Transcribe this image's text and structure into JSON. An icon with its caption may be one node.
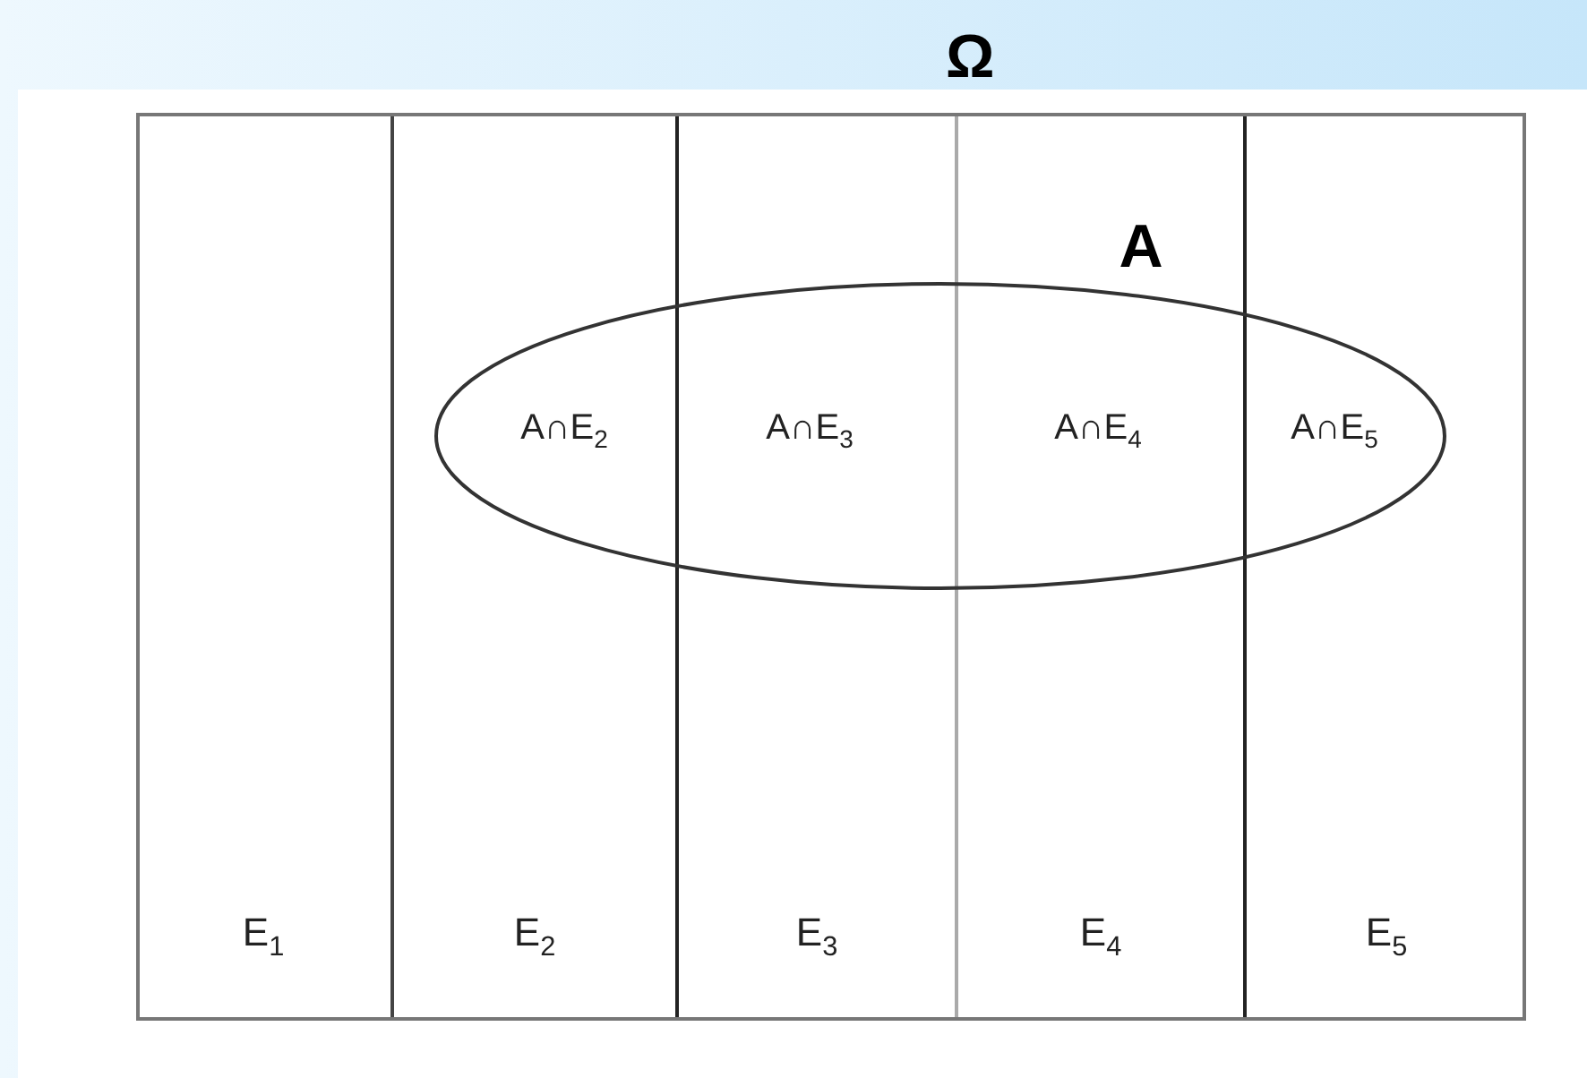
{
  "diagram": {
    "nodes": [
      {
        "text": [
          "Ω"
        ]
      },
      {
        "text": [
          "E$_{1}$"
        ],
        "in": 0
      },
      {
        "text": [
          "E$_{2}$"
        ],
        "in": 0
      },
      {
        "text": [
          "E$_{3}$"
        ],
        "in": 0
      },
      {
        "text": [
          "E$_{4}$"
        ],
        "in": 0
      },
      {
        "text": [
          "E$_{5}$"
        ],
        "in": 0
      },
      {
        "text": [],
        "shape": "ellipse",
        "in": 0
      }
    ],
    "labels": [
      "A",
      "A∩E$_{2}$",
      "A∩E$_{3}$",
      "A∩E$_{4}$",
      "A∩E$_{5}$"
    ]
  }
}
